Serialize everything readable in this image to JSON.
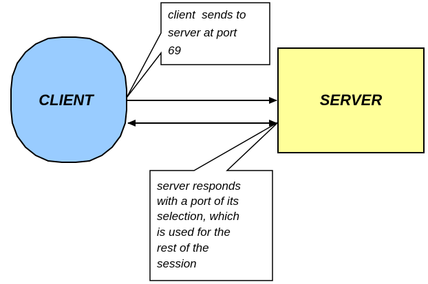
{
  "colors": {
    "client_fill": "#99ccff",
    "server_fill": "#ffff99",
    "stroke": "#000000",
    "callout_fill": "#ffffff"
  },
  "client": {
    "label": "CLIENT"
  },
  "server": {
    "label": "SERVER"
  },
  "callout_top": {
    "lines": [
      "client  sends to",
      "server at port",
      "69"
    ]
  },
  "callout_bottom": {
    "lines": [
      "server responds",
      "with a port of its",
      "selection, which",
      "is used for the",
      "rest of the",
      "session"
    ]
  }
}
